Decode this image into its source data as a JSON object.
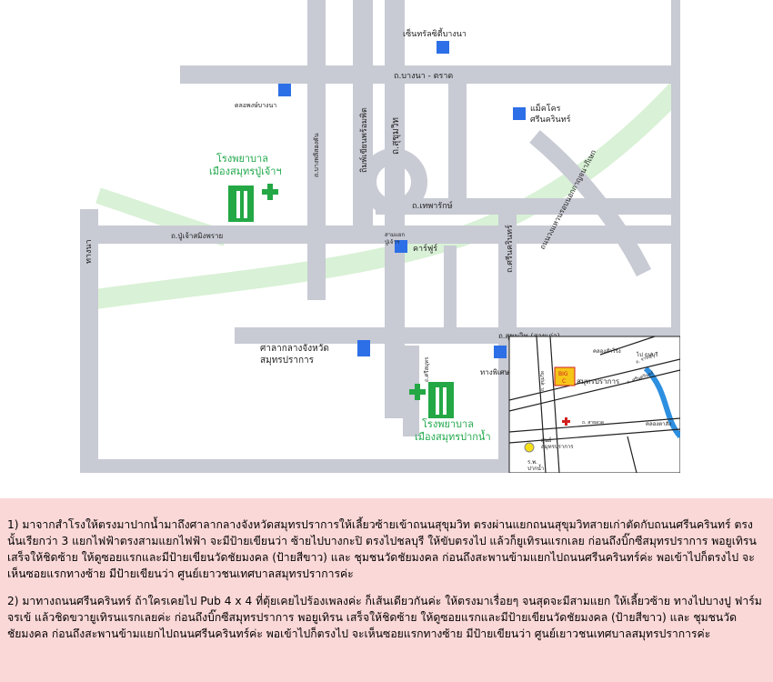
{
  "map": {
    "labels": {
      "central_bangna": "เซ็นทรัลซิตี้บางนา",
      "bangna_trad_road": "ถ.บางนา - ตราด",
      "sarapee_center": "ดลอพงษ์บางนา",
      "makro": "แม็คโคร\nศรีนครินทร์",
      "thepharak_road": "ถ.เทพารักษ์",
      "sukhumvit_road": "ถ.สุขุมวิท",
      "bang_na_road_vertical": "ถ.บางพลีสองคัน",
      "wichian_phrasit": "ถิมพ์เขียนพร้อมพิต",
      "pu_chao_road": "ถ.ปู่เจ้าสมิงพราย",
      "thanon_side": "ทางนา",
      "puchao_hospital": "โรงพยาบาล\nเมืองสมุทรปู่เจ้าฯ",
      "carrefour": "คาร์ฟูร์",
      "srinakarin_road": "ถ.ศรีนครินทร์",
      "kanchanaphisek_road": "ถนนวงแหวนรอบนอกกาญจนาภิเษก",
      "junction_sign": "สามแยก\nปู่เจ้าฯ",
      "sukhumvit_old": "ถ.สุขุมวิท (สายเก่า)",
      "city_hall": "ศาลากลางจังหวัด\nสมุทรปราการ",
      "port": "ทางพิเศษ",
      "paknam_hospital": "โรงพยาบาล\nเมืองสมุทรปากน้ำ",
      "kanchanaphisek_small": "ถ.ศรีสมุทร"
    },
    "inset": {
      "big_c_label": "BIG\nC",
      "samut_prakan": "สมุทรปราการ",
      "canal_label": "คลองสำโรง",
      "bang_pu": "ไป ธนบุรี",
      "to_samut": "คลองตาสัง",
      "school": "ศูนย์\nสมุทรปราการ",
      "road_a": "ถ. สุขุมวิท",
      "road_b": "ถ. ศรีนครินทร์",
      "road_c": "ถ. สุขุมวิท",
      "road_d": "ถ. สายลวด",
      "road_e": "ถ. ด่านเกวียน",
      "office": "ร.พ.\nปากน้ำ",
      "road_f": "ถ. ราษฎร์",
      "road_g": "ถ. ประโคน"
    },
    "colors": {
      "road": "#c8cad4",
      "green_band": "#d6f0d6",
      "building_green": "#23a845",
      "label_green": "#1fa84a",
      "inset_border": "#222222"
    }
  },
  "directions": {
    "paragraph1": "1) มาจากสำโรงให้ตรงมาปากน้ำมาถึงศาลากลางจังหวัดสมุทรปราการให้เลี้ยวซ้ายเข้าถนนสุขุมวิท ตรงผ่านแยกถนนสุขุมวิทสายเก่าตัดกับถนนศรีนครินทร์ ตรงนั้นเรียกว่า 3 แยกไฟฟ้าตรงสามแยกไฟฟ้า จะมีป้ายเขียนว่า ซ้ายไปบางกะปิ ตรงไปชลบุรี ให้ขับตรงไป แล้วก็ยูเทิรนแรกเลย ก่อนถึงบิ๊กซีสมุทรปราการ พอยูเทิรน เสร็จให้ชิดซ้าย  ให้ดูซอยแรกและมีป้ายเขียนวัดชัยมงคล (ป้ายสีขาว) และ ชุมชนวัดชัยมงคล ก่อนถึงสะพานข้ามแยกไปถนนศรีนครินทร์ค่ะ พอเข้าไปก็ตรงไป จะเห็นซอยแรกทางซ้าย มีป้ายเขียนว่า ศูนย์เยาวชนเทศบาลสมุทรปราการค่ะ",
    "paragraph2": "2) มาทางถนนศรีนครินทร์ ถ้าใครเคยไป Pub 4 x 4 ที่ตุ้ยเคยไปร้องเพลงค่ะ ก็เส้นเดียวกันค่ะ ให้ตรงมาเรื่อยๆ จนสุดจะมีสามแยก ให้เลี้ยวซ้าย ทางไปบางปู ฟาร์มจรเข้ แล้วชิดขวายูเทิรนแรกเลยค่ะ ก่อนถึงบิ๊กซีสมุทรปราการ พอยูเทิรน เสร็จให้ชิดซ้าย  ให้ดูซอยแรกและมีป้ายเขียนวัดชัยมงคล (ป้ายสีขาว) และ ชุมชนวัดชัยมงคล ก่อนถึงสะพานข้ามแยกไปถนนศรีนครินทร์ค่ะ พอเข้าไปก็ตรงไป จะเห็นซอยแรกทางซ้าย มีป้ายเขียนว่า ศูนย์เยาวชนเทศบาลสมุทรปราการค่ะ"
  }
}
